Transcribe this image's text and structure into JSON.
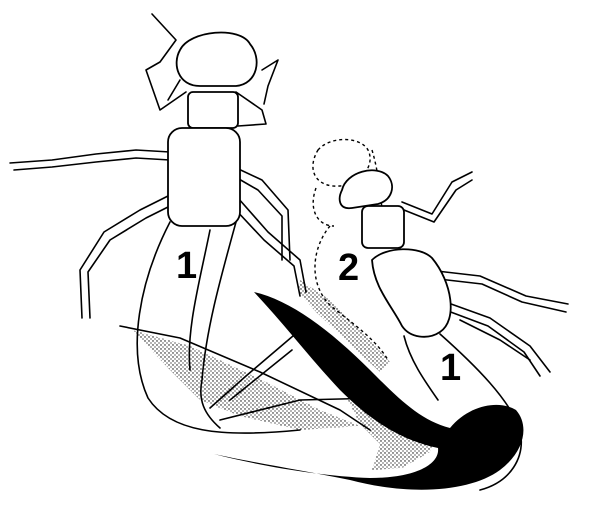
{
  "figure": {
    "labels": {
      "animal_1_left": "1",
      "animal_2": "2",
      "animal_1_right": "1"
    },
    "colors": {
      "ink": "#000000",
      "paper": "#ffffff"
    }
  }
}
